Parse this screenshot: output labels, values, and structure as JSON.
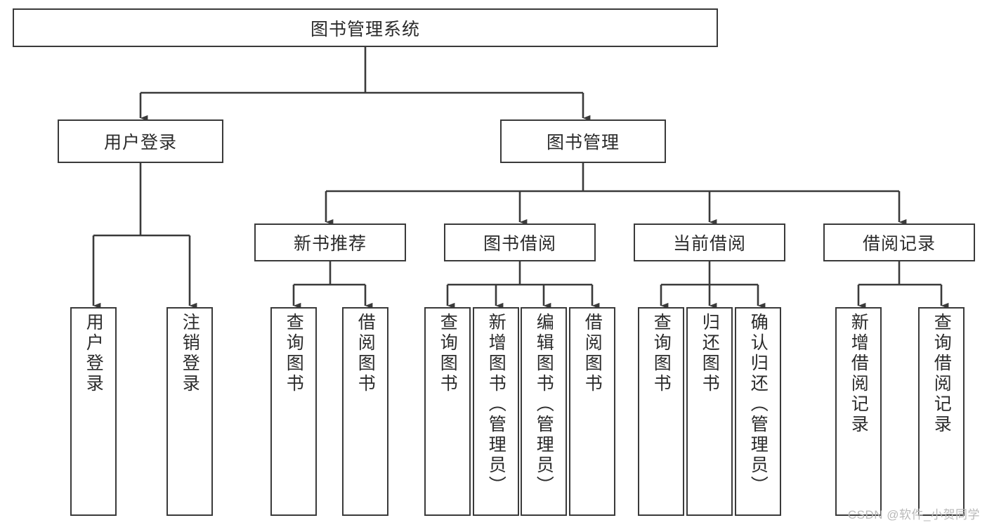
{
  "diagram": {
    "title": "图书管理系统",
    "type": "tree",
    "watermark": "CSDN @软件_小贺同学",
    "colors": {
      "box_border": "#3a3a3a",
      "box_fill": "#ffffff",
      "line": "#3a3a3a",
      "text": "#2b2b2b",
      "watermark": "#b9b9b9"
    },
    "levels": {
      "root": {
        "label": "图书管理系统"
      },
      "level2": [
        {
          "id": "user-login",
          "label": "用户登录"
        },
        {
          "id": "book-management",
          "label": "图书管理"
        }
      ],
      "level3": [
        {
          "id": "new-book-recommend",
          "label": "新书推荐"
        },
        {
          "id": "book-borrow",
          "label": "图书借阅"
        },
        {
          "id": "current-borrow",
          "label": "当前借阅"
        },
        {
          "id": "borrow-record",
          "label": "借阅记录"
        }
      ],
      "leaves": [
        {
          "id": "leaf-user-login",
          "parent": "user-login",
          "label": "用户登录"
        },
        {
          "id": "leaf-logout-login",
          "parent": "user-login",
          "label": "注销登录"
        },
        {
          "id": "leaf-query-book-1",
          "parent": "new-book-recommend",
          "label": "查询图书"
        },
        {
          "id": "leaf-borrow-book-1",
          "parent": "new-book-recommend",
          "label": "借阅图书"
        },
        {
          "id": "leaf-query-book-2",
          "parent": "book-borrow",
          "label": "查询图书"
        },
        {
          "id": "leaf-add-book",
          "parent": "book-borrow",
          "label": "新增图书（管理员）"
        },
        {
          "id": "leaf-edit-book",
          "parent": "book-borrow",
          "label": "编辑图书（管理员）"
        },
        {
          "id": "leaf-borrow-book-2",
          "parent": "book-borrow",
          "label": "借阅图书"
        },
        {
          "id": "leaf-query-book-3",
          "parent": "current-borrow",
          "label": "查询图书"
        },
        {
          "id": "leaf-return-book",
          "parent": "current-borrow",
          "label": "归还图书"
        },
        {
          "id": "leaf-confirm-return",
          "parent": "current-borrow",
          "label": "确认归还（管理员）"
        },
        {
          "id": "leaf-add-record",
          "parent": "borrow-record",
          "label": "新增借阅记录"
        },
        {
          "id": "leaf-query-record",
          "parent": "borrow-record",
          "label": "查询借阅记录"
        }
      ]
    }
  }
}
